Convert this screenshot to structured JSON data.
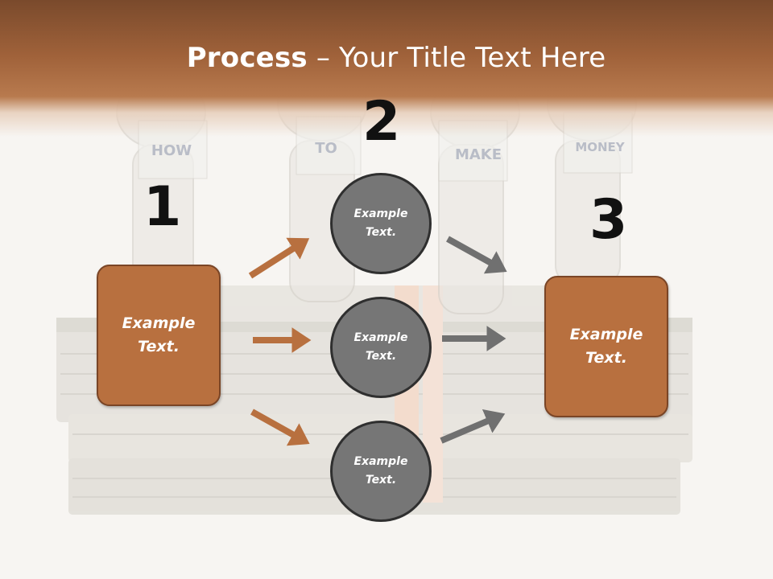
{
  "slide": {
    "title_bold": "Process",
    "title_rest": " – Your Title Text Here"
  },
  "background": {
    "signs": [
      "HOW",
      "TO",
      "MAKE",
      "MONEY"
    ]
  },
  "steps": {
    "one": "1",
    "two": "2",
    "three": "3"
  },
  "boxes": {
    "left_text": "Example Text.",
    "right_text": "Example Text."
  },
  "circles": {
    "top_text": "Example Text.",
    "middle_text": "Example Text.",
    "bottom_text": "Example Text."
  },
  "colors": {
    "accent": "#b8703f",
    "header": "#a0623a",
    "circle": "#767676",
    "arrow_left": "#b8703f",
    "arrow_right": "#707070"
  }
}
